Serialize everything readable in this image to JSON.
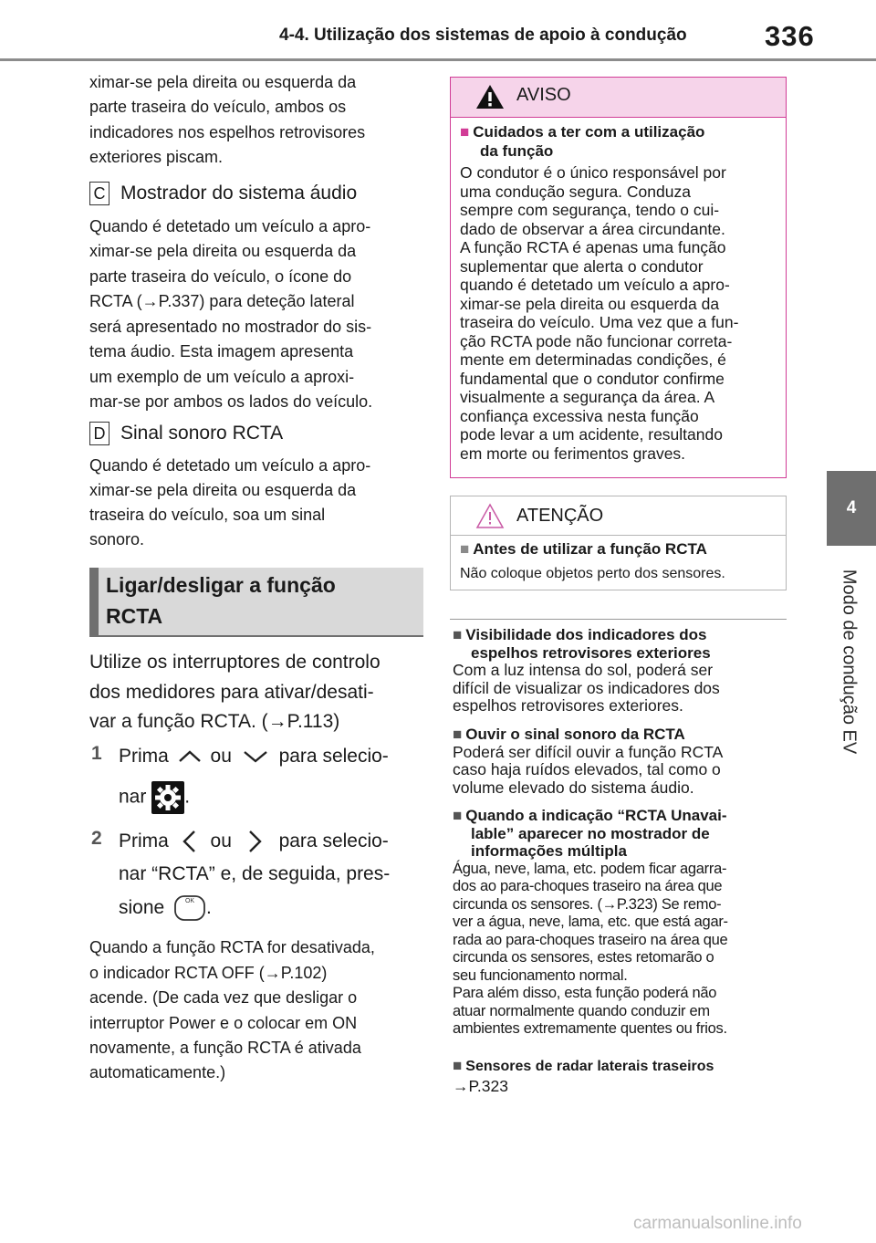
{
  "header": {
    "section_title": "4-4. Utilização dos sistemas de apoio à condução",
    "page_number": "336"
  },
  "side_tab": {
    "chapter_number": "4",
    "chapter_label": "Modo de condução EV"
  },
  "left": {
    "intro_lines": [
      "ximar-se pela direita ou esquerda da",
      "parte traseira do veículo, ambos os",
      "indicadores nos espelhos retrovisores",
      "exteriores piscam."
    ],
    "item_c": {
      "letter": "C",
      "title": "Mostrador do sistema áudio",
      "lines": [
        "Quando é detetado um veículo a apro-",
        "ximar-se pela direita ou esquerda da",
        "parte traseira do veículo, o ícone do",
        "RCTA (→P.337) para deteção lateral",
        "será apresentado no mostrador do sis-",
        "tema áudio. Esta imagem apresenta",
        "um exemplo de um veículo a aproxi-",
        "mar-se por ambos os lados do veículo."
      ]
    },
    "item_d": {
      "letter": "D",
      "title": "Sinal sonoro RCTA",
      "lines": [
        "Quando é detetado um veículo a apro-",
        "ximar-se pela direita ou esquerda da",
        "traseira do veículo, soa um sinal",
        "sonoro."
      ]
    },
    "section_heading_line1": "Ligar/desligar a função",
    "section_heading_line2": "RCTA",
    "instruction_lines": [
      "Utilize os interruptores de controlo",
      "dos medidores para ativar/desati-",
      "var a função RCTA. (→P.113)"
    ],
    "step1": {
      "num": "1",
      "part1": "Prima",
      "or": "ou",
      "part2": "para selecio-",
      "part3": "nar",
      "end": "."
    },
    "step2": {
      "num": "2",
      "part1": "Prima",
      "or": "ou",
      "part2": "para selecio-",
      "line2": "nar “RCTA” e, de seguida, pres-",
      "line3": "sione",
      "end": ".",
      "ok_label": "OK"
    },
    "note_lines": [
      "Quando a função RCTA for desativada,",
      "o indicador RCTA OFF (→P.102)",
      "acende. (De cada vez que desligar o",
      "interruptor Power e o colocar em ON",
      "novamente, a função RCTA é ativada",
      "automaticamente.)"
    ]
  },
  "aviso": {
    "title": "AVISO",
    "heading_lines": [
      "Cuidados a ter com a utilização",
      "da função"
    ],
    "body_lines": [
      "O condutor é o único responsável por",
      "uma condução segura. Conduza",
      "sempre com segurança, tendo o cui-",
      "dado de observar a área circundante.",
      "A função RCTA é apenas uma função",
      "suplementar que alerta o condutor",
      "quando é detetado um veículo a apro-",
      "ximar-se pela direita ou esquerda da",
      "traseira do veículo. Uma vez que a fun-",
      "ção RCTA pode não funcionar correta-",
      "mente em determinadas condições, é",
      "fundamental que o condutor confirme",
      "visualmente a segurança da área. A",
      "confiança excessiva nesta função",
      "pode levar a um acidente, resultando",
      "em morte ou ferimentos graves."
    ],
    "accent_color": "#d13c96"
  },
  "atencao": {
    "title": "ATENÇÃO",
    "heading": "Antes de utilizar a função RCTA",
    "body": "Não coloque objetos perto dos sensores."
  },
  "right": {
    "b1_heading_lines": [
      "Visibilidade dos indicadores dos",
      "espelhos retrovisores exteriores"
    ],
    "b1_body_lines": [
      "Com a luz intensa do sol, poderá ser",
      "difícil de visualizar os indicadores dos",
      "espelhos retrovisores exteriores."
    ],
    "b2_heading": "Ouvir o sinal sonoro da RCTA",
    "b2_body_lines": [
      "Poderá ser difícil ouvir a função RCTA",
      "caso haja ruídos elevados, tal como o",
      "volume elevado do sistema áudio."
    ],
    "b3_heading_lines": [
      "Quando a indicação “RCTA Unavai-",
      "lable” aparecer no mostrador de",
      "informações múltipla"
    ],
    "b3_body_lines": [
      "Água, neve, lama, etc. podem ficar agarra-",
      "dos ao para-choques traseiro na área que",
      "circunda os sensores. (→P.323) Se remo-",
      "ver a água, neve, lama, etc. que está agar-",
      "rada ao para-choques traseiro na área que",
      "circunda os sensores, estes retomarão o",
      "seu funcionamento normal.",
      "Para além disso, esta função poderá não",
      "atuar normalmente quando conduzir em",
      "ambientes extremamente quentes ou frios."
    ],
    "b4_heading": "Sensores de radar laterais traseiros",
    "b4_body": "→P.323"
  },
  "watermark": "carmanualsonline.info"
}
